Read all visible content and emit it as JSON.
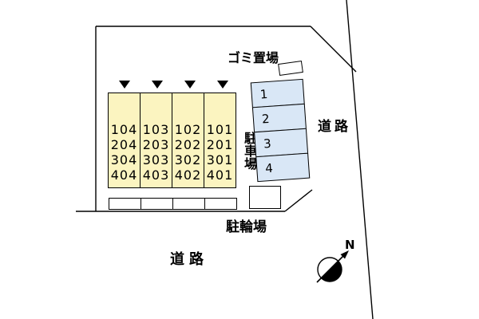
{
  "labels": {
    "garbage": "ゴミ置場",
    "parking": "駐車場",
    "bicycle": "駐輪場",
    "road_right": "道路",
    "road_bottom": "道路",
    "north": "N"
  },
  "building": {
    "columns": [
      {
        "rooms": [
          "104",
          "204",
          "304",
          "404"
        ]
      },
      {
        "rooms": [
          "103",
          "203",
          "303",
          "403"
        ]
      },
      {
        "rooms": [
          "102",
          "202",
          "302",
          "402"
        ]
      },
      {
        "rooms": [
          "101",
          "201",
          "301",
          "401"
        ]
      }
    ]
  },
  "parking": {
    "spaces": [
      "1",
      "2",
      "3",
      "4"
    ]
  },
  "colors": {
    "building_fill": "#fbf4c0",
    "parking_fill": "#d9e7f6",
    "line": "#000000"
  }
}
